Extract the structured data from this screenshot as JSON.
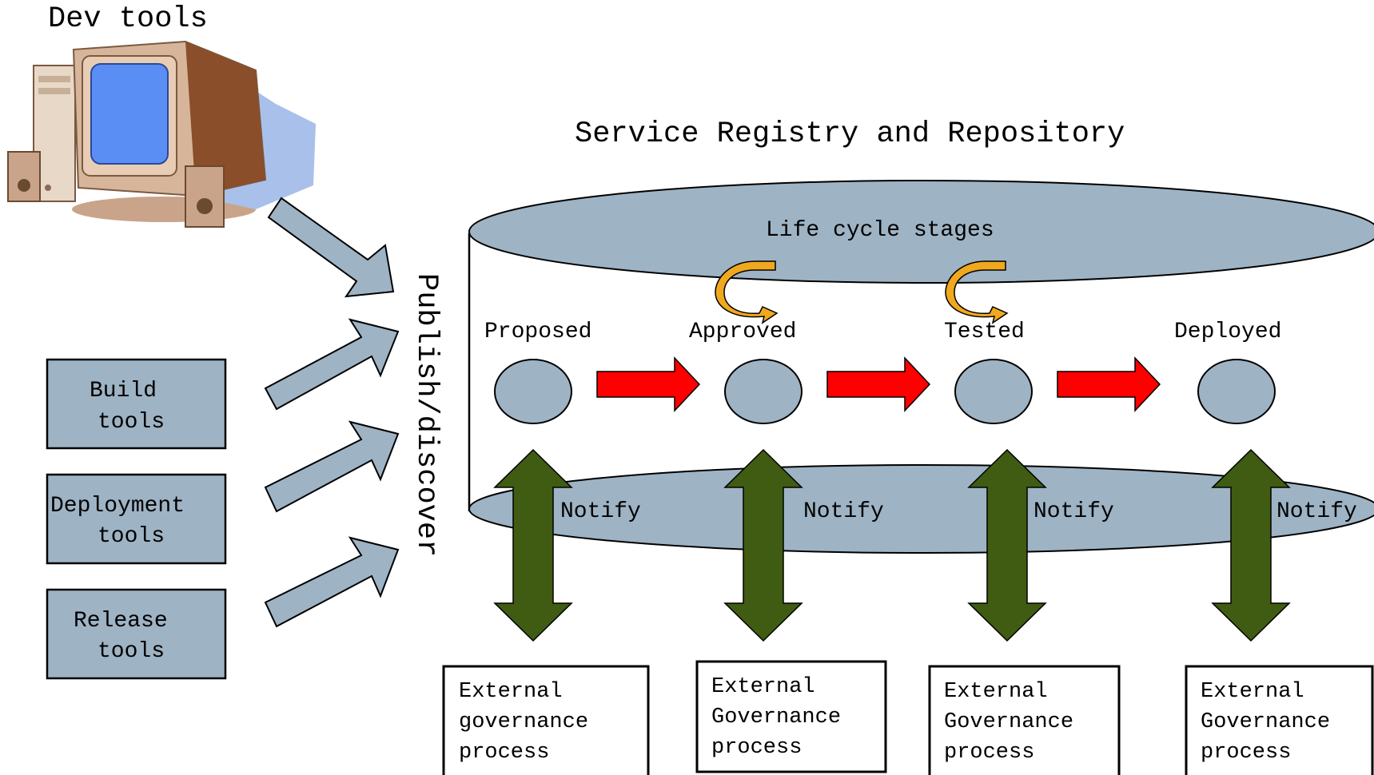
{
  "dev_tools": {
    "label": "Dev tools"
  },
  "registry": {
    "title": "Service Registry and Repository",
    "lifecycle_label": "Life cycle stages"
  },
  "publish_label": "Publish/discover",
  "tools": [
    {
      "line1": "Build",
      "line2": "tools"
    },
    {
      "line1": "Deployment",
      "line2": "tools"
    },
    {
      "line1": "Release",
      "line2": "tools"
    }
  ],
  "stages": [
    {
      "label": "Proposed",
      "notify": "Notify",
      "gov": [
        "External",
        "governance",
        "process"
      ]
    },
    {
      "label": "Approved",
      "notify": "Notify",
      "gov": [
        "External",
        "Governance",
        "process"
      ]
    },
    {
      "label": "Tested",
      "notify": "Notify",
      "gov": [
        "External",
        "Governance",
        "process"
      ]
    },
    {
      "label": "Deployed",
      "notify": "Notify",
      "gov": [
        "External",
        "Governance",
        "process"
      ]
    }
  ],
  "colors": {
    "shape_fill": "#9eb3c4",
    "stage_arrow": "#ff0000",
    "notify_arrow": "#3f5c12",
    "loop_arrow": "#f0a81e",
    "outline": "#000000"
  },
  "icons": {
    "computer": "desktop-computer-icon",
    "loop": "loop-arrow-icon"
  }
}
